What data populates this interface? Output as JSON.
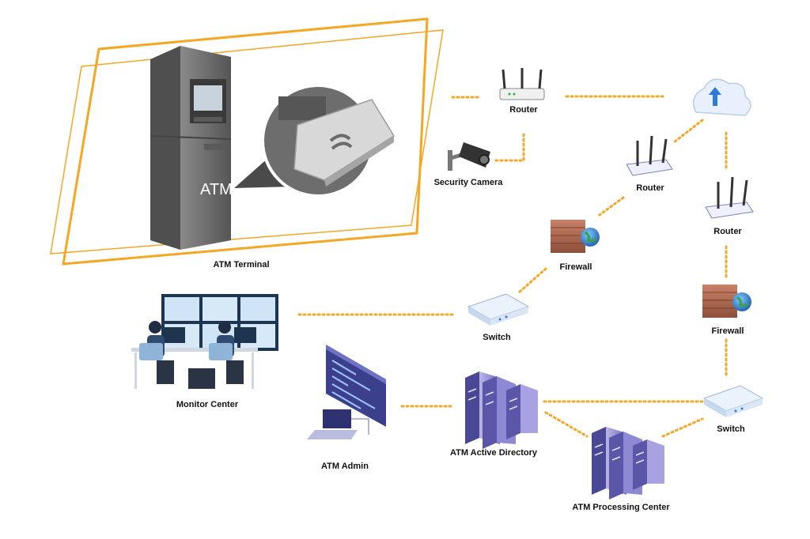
{
  "diagram": {
    "link_color": "#f5a623",
    "nodes": {
      "atm_terminal": {
        "label": "ATM Terminal",
        "icon": "atm-machine-icon",
        "screen_text": "ATM"
      },
      "router_top": {
        "label": "Router",
        "icon": "router-icon"
      },
      "security_camera": {
        "label": "Security Camera",
        "icon": "cctv-camera-icon"
      },
      "cloud": {
        "icon": "cloud-upload-icon"
      },
      "router_mid": {
        "label": "Router",
        "icon": "router-icon"
      },
      "router_right": {
        "label": "Router",
        "icon": "router-icon"
      },
      "firewall_left": {
        "label": "Firewall",
        "icon": "firewall-icon"
      },
      "firewall_right": {
        "label": "Firewall",
        "icon": "firewall-icon"
      },
      "switch_left": {
        "label": "Switch",
        "icon": "switch-icon"
      },
      "switch_right": {
        "label": "Switch",
        "icon": "switch-icon"
      },
      "monitor_center": {
        "label": "Monitor Center",
        "icon": "monitor-room-icon"
      },
      "atm_admin": {
        "label": "ATM Admin",
        "icon": "admin-workstation-icon"
      },
      "active_directory": {
        "label": "ATM Active Directory",
        "icon": "server-rack-icon"
      },
      "processing_center": {
        "label": "ATM Processing Center",
        "icon": "server-rack-icon"
      }
    }
  }
}
